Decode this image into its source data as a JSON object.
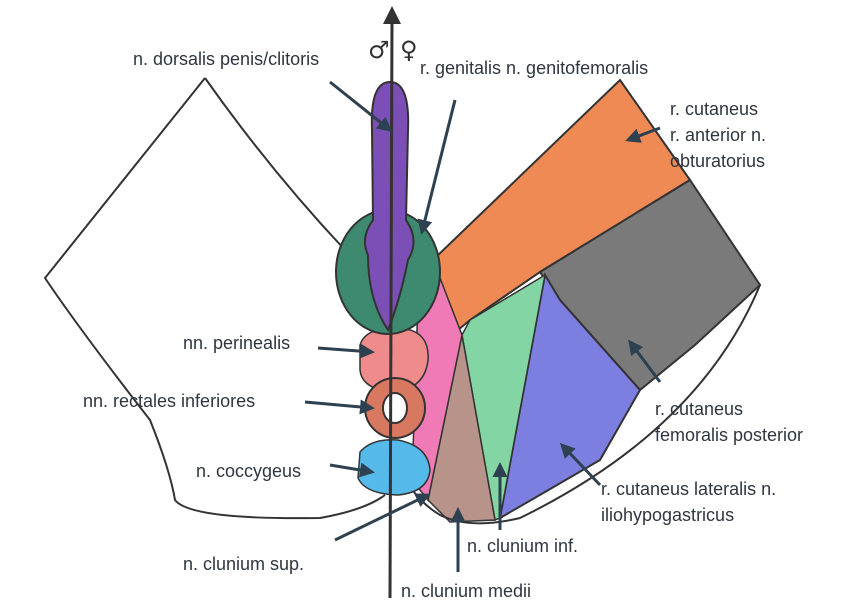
{
  "symbols": {
    "male": "♂",
    "female": "♀"
  },
  "labels": {
    "dorsalis": "n. dorsalis penis/clitoris",
    "genitalis": "r. genitalis n. genitofemoralis",
    "obturatorius": [
      "r. cutaneus",
      "r. anterior n.",
      "obturatorius"
    ],
    "perinealis": "nn. perinealis",
    "rectales": "nn. rectales inferiores",
    "coccygeus": "n. coccygeus",
    "femoralis": [
      "r. cutaneus",
      "femoralis posterior"
    ],
    "iliohypogastricus": [
      "r. cutaneus lateralis n.",
      "iliohypogastricus"
    ],
    "clunium_sup": "n. clunium sup.",
    "clunium_inf": "n. clunium inf.",
    "clunium_medii": "n. clunium medii"
  },
  "colors": {
    "outline": "#333333",
    "arrow": "#2d4150",
    "dorsalis": "#7b4fb5",
    "genitalis": "#3e8a70",
    "obturatorius": "#f08a55",
    "femoralis": "#7a7a7a",
    "iliohypogastricus": "#7d7fe0",
    "clunium_inf": "#83d6a4",
    "clunium_medii": "#b7938a",
    "perinealis_pink": "#f07ab5",
    "perinealis": "#f08b8b",
    "rectales": "#d87860",
    "coccygeus": "#55b9ea"
  }
}
